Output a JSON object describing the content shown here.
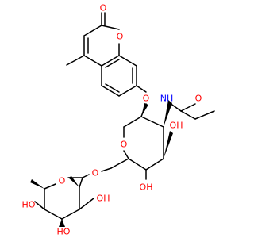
{
  "colors": {
    "bond": "#000000",
    "oxygen": "#FF0000",
    "nitrogen": "#0000FF",
    "background": "#FFFFFF"
  },
  "atom_labels": {
    "coumarin_carbonyl_o": "O",
    "coumarin_ring_o": "O",
    "aryl_ether_o": "O",
    "hexose_ring_o": "O",
    "nh": "NH",
    "amide_o": "O",
    "oh_c3": "OH",
    "oh_c4": "OH",
    "glycosidic_o": "O",
    "fucose_ring_o": "O",
    "ho_c2": "OH",
    "ho_c3": "HO",
    "ho_c4": "HO"
  }
}
